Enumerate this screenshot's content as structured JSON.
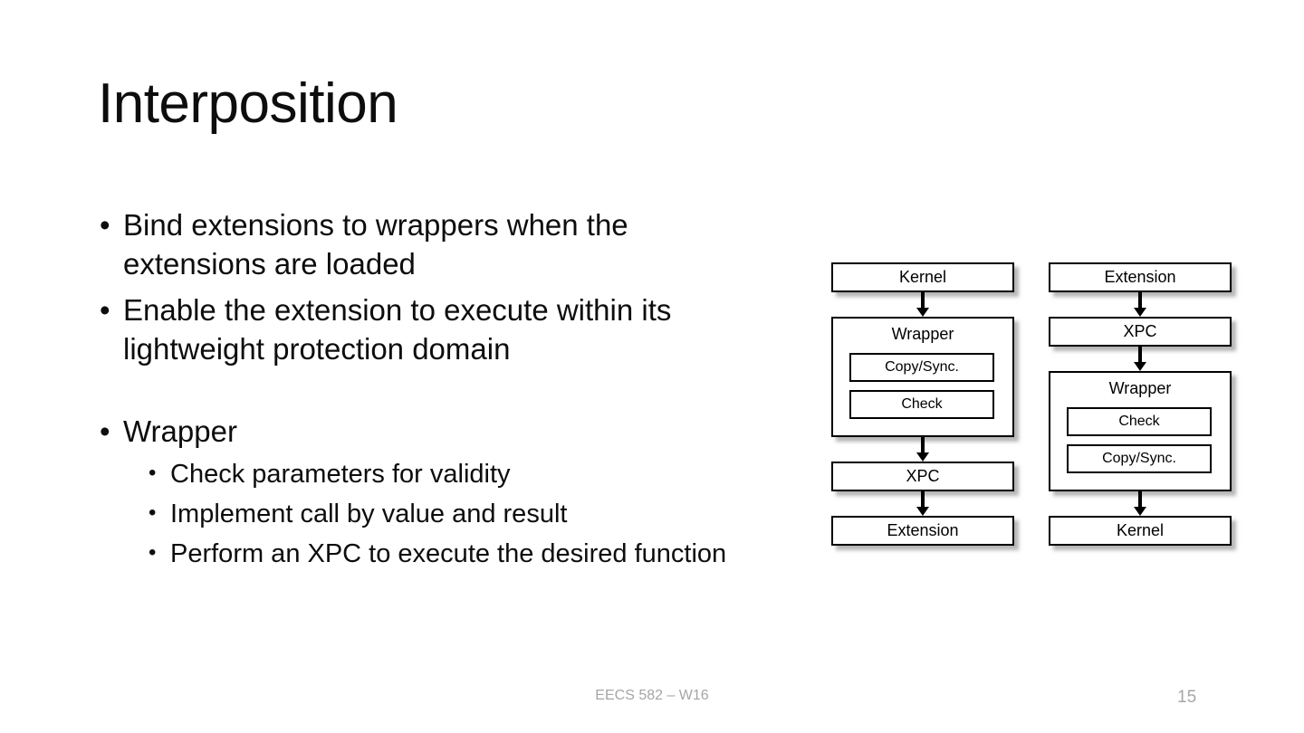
{
  "slide": {
    "title": "Interposition",
    "bullet_marker": "•",
    "bullets": [
      {
        "level": 1,
        "text": "Bind extensions to wrappers when the extensions are loaded"
      },
      {
        "level": 1,
        "text": "Enable the extension to execute within its lightweight protection domain"
      },
      {
        "level": 1,
        "text": "Wrapper"
      },
      {
        "level": 2,
        "text": "Check parameters for validity"
      },
      {
        "level": 2,
        "text": "Implement call by value and result"
      },
      {
        "level": 2,
        "text": "Perform an XPC to execute the desired function"
      }
    ]
  },
  "diagram": {
    "columns": [
      {
        "name": "kernel-to-extension-flow",
        "boxes": [
          {
            "type": "simple",
            "label": "Kernel"
          },
          {
            "type": "group",
            "label": "Wrapper",
            "inner": [
              "Copy/Sync.",
              "Check"
            ]
          },
          {
            "type": "simple",
            "label": "XPC"
          },
          {
            "type": "simple",
            "label": "Extension"
          }
        ]
      },
      {
        "name": "extension-to-kernel-flow",
        "boxes": [
          {
            "type": "simple",
            "label": "Extension"
          },
          {
            "type": "simple",
            "label": "XPC"
          },
          {
            "type": "group",
            "label": "Wrapper",
            "inner": [
              "Check",
              "Copy/Sync."
            ]
          },
          {
            "type": "simple",
            "label": "Kernel"
          }
        ]
      }
    ]
  },
  "footer": {
    "course": "EECS 582 – W16",
    "page_number": "15"
  },
  "colors": {
    "text": "#0d0d0d",
    "footer_text": "#a6a6a6",
    "box_border": "#000000",
    "background": "#ffffff"
  }
}
